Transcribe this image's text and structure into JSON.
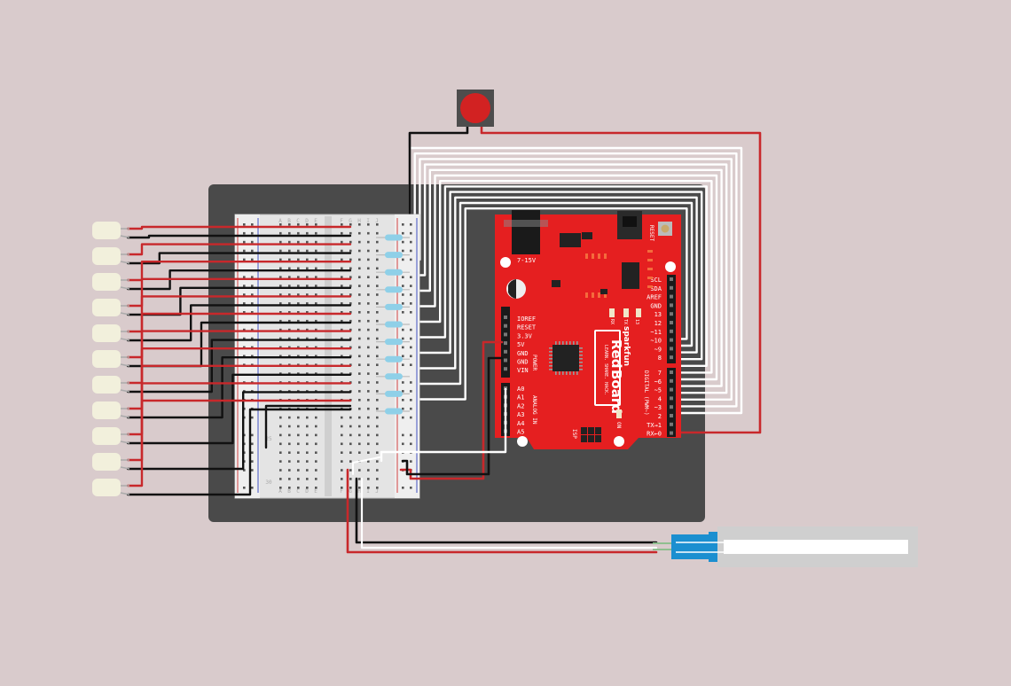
{
  "palette": {
    "background": "#d9cbcc",
    "base_plate": "#4a4a4a",
    "board_red": "#e51f20",
    "wire_red": "#c8282b",
    "wire_black": "#111111",
    "wire_white": "#ffffff",
    "resistor_blue": "#8fd0e8",
    "led_body": "#f2f0dc",
    "button_red": "#d22222",
    "connector_blue": "#1b8fd0"
  },
  "redboard": {
    "brand": "sparkfun",
    "name_red": "Red",
    "name_board": "Board",
    "tagline": "LEARN. SHARE. HACK.",
    "power_jack": "7-15V",
    "reset": "RESET",
    "isp": "ISP",
    "on_led": "ON",
    "rx": "RX",
    "tx": "TX",
    "pin13_led": "13",
    "power_header_title": "POWER",
    "power_pins": [
      "IOREF",
      "RESET",
      "3.3V",
      "5V",
      "GND",
      "GND",
      "VIN"
    ],
    "analog_header_title": "ANALOG IN",
    "analog_pins": [
      "A0",
      "A1",
      "A2",
      "A3",
      "A4",
      "A5"
    ],
    "digital_header_title": "DIGITAL (PWM~)",
    "digital_pins_top": [
      "SCL",
      "SDA",
      "AREF",
      "GND",
      "13",
      "12",
      "~11",
      "~10",
      "~9",
      "8"
    ],
    "digital_pins_bottom": [
      "7",
      "~6",
      "~5",
      "4",
      "~3",
      "2",
      "TX→1",
      "RX←0"
    ]
  },
  "breadboard": {
    "column_letters_left": [
      "A",
      "B",
      "C",
      "D",
      "E"
    ],
    "column_letters_right": [
      "F",
      "G",
      "H",
      "I",
      "J"
    ],
    "row_numbers": [
      "25",
      "30"
    ]
  },
  "components": {
    "leds": 11,
    "resistors": 11,
    "pushbutton": "pushbutton",
    "flex_sensor": "flex-sensor"
  }
}
